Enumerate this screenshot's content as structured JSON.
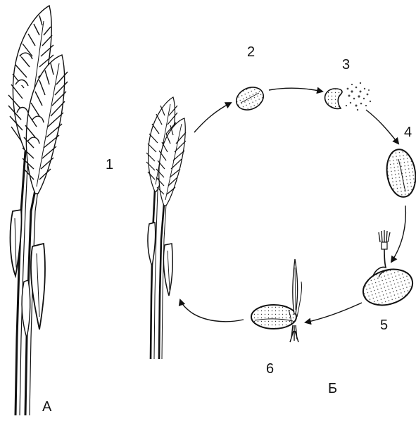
{
  "colors": {
    "ink": "#111111",
    "background": "#ffffff"
  },
  "labels": {
    "panel_a": "А",
    "panel_b": "Б",
    "stage_1": "1",
    "stage_2": "2",
    "stage_3": "3",
    "stage_4": "4",
    "stage_5": "5",
    "stage_6": "6"
  }
}
